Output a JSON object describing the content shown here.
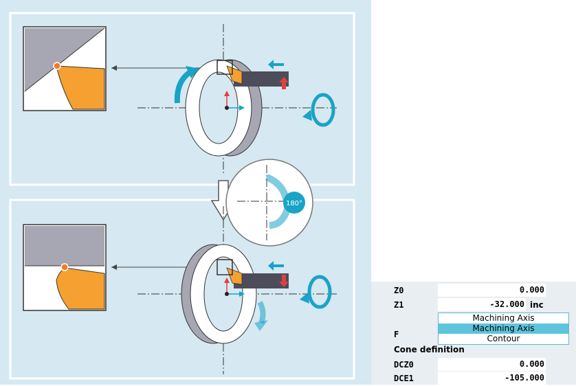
{
  "illustration": {
    "rotation_label": "180°"
  },
  "form": {
    "rows": [
      {
        "label": "Z0",
        "value": "0.000",
        "unit": ""
      },
      {
        "label": "Z1",
        "value": "-32.000",
        "unit": "inc"
      },
      {
        "label": "F",
        "value": "",
        "unit": ""
      },
      {
        "label": "Cone definition",
        "value": "",
        "unit": ""
      },
      {
        "label": "DCZ0",
        "value": "0.000",
        "unit": ""
      },
      {
        "label": "DCE1",
        "value": "-105.000",
        "unit": ""
      }
    ],
    "dropdown": {
      "options": [
        "Machining Axis",
        "Machining Axis",
        "Contour"
      ],
      "selected_index": 1
    }
  },
  "colors": {
    "panel_bg": "#d6e8f1",
    "accent_cyan": "#19a3c6",
    "tool_orange": "#f5a030",
    "gray_part": "#b0b0b8",
    "arrow_red": "#e04040"
  }
}
